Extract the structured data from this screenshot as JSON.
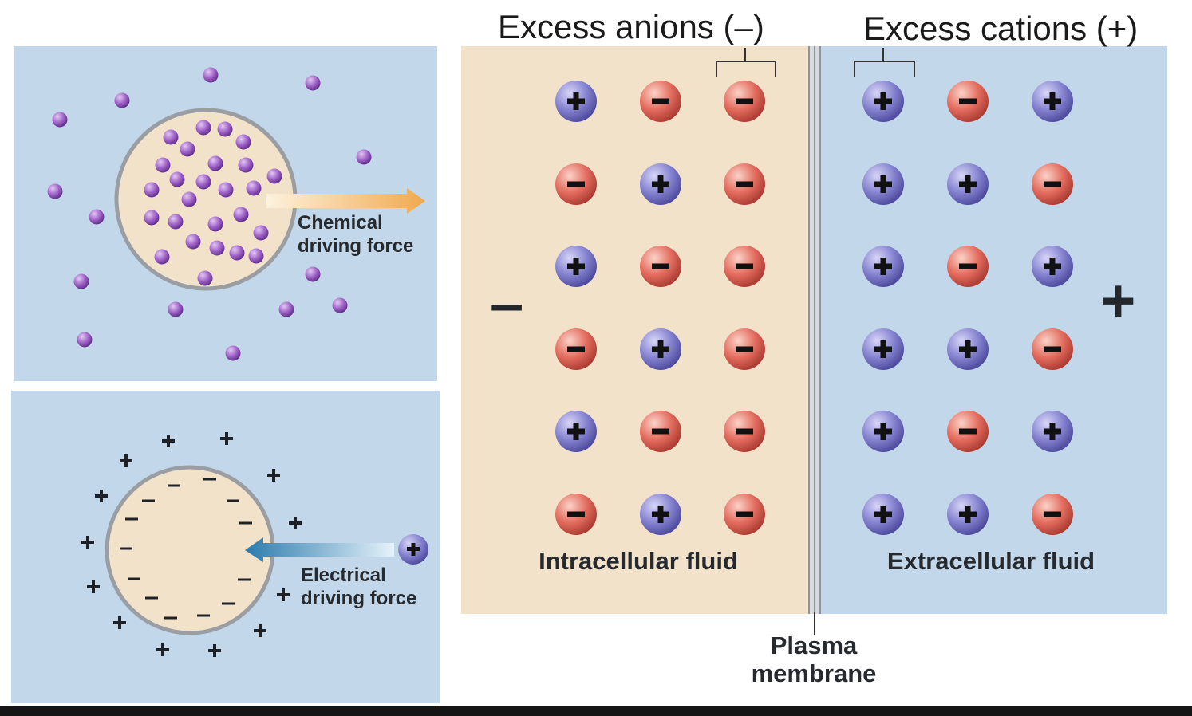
{
  "labels": {
    "excess_anions": "Excess anions (–)",
    "excess_cations": "Excess cations (+)",
    "intracellular": "Intracellular fluid",
    "extracellular": "Extracellular fluid",
    "membrane_line1": "Plasma",
    "membrane_line2": "membrane",
    "chemical_line1": "Chemical",
    "chemical_line2": "driving force",
    "electrical_line1": "Electrical",
    "electrical_line2": "driving force",
    "minus_sign": "–",
    "plus_sign": "+"
  },
  "ion_grid": {
    "intracellular": [
      [
        "+",
        "-",
        "-"
      ],
      [
        "-",
        "+",
        "-"
      ],
      [
        "+",
        "-",
        "-"
      ],
      [
        "-",
        "+",
        "-"
      ],
      [
        "+",
        "-",
        "-"
      ],
      [
        "-",
        "+",
        "-"
      ]
    ],
    "extracellular": [
      [
        "+",
        "-",
        "+"
      ],
      [
        "+",
        "+",
        "-"
      ],
      [
        "+",
        "-",
        "+"
      ],
      [
        "+",
        "+",
        "-"
      ],
      [
        "+",
        "-",
        "+"
      ],
      [
        "+",
        "+",
        "-"
      ]
    ]
  },
  "colors": {
    "cation": "#7b78c9",
    "anion": "#e0675b",
    "particle": "#9b5fc4",
    "arrow_chemical": "#f2b25c",
    "arrow_electrical": "#2f82b3",
    "blue_fluid": "#c2d8ea",
    "beige_fluid": "#f2e2ca"
  }
}
